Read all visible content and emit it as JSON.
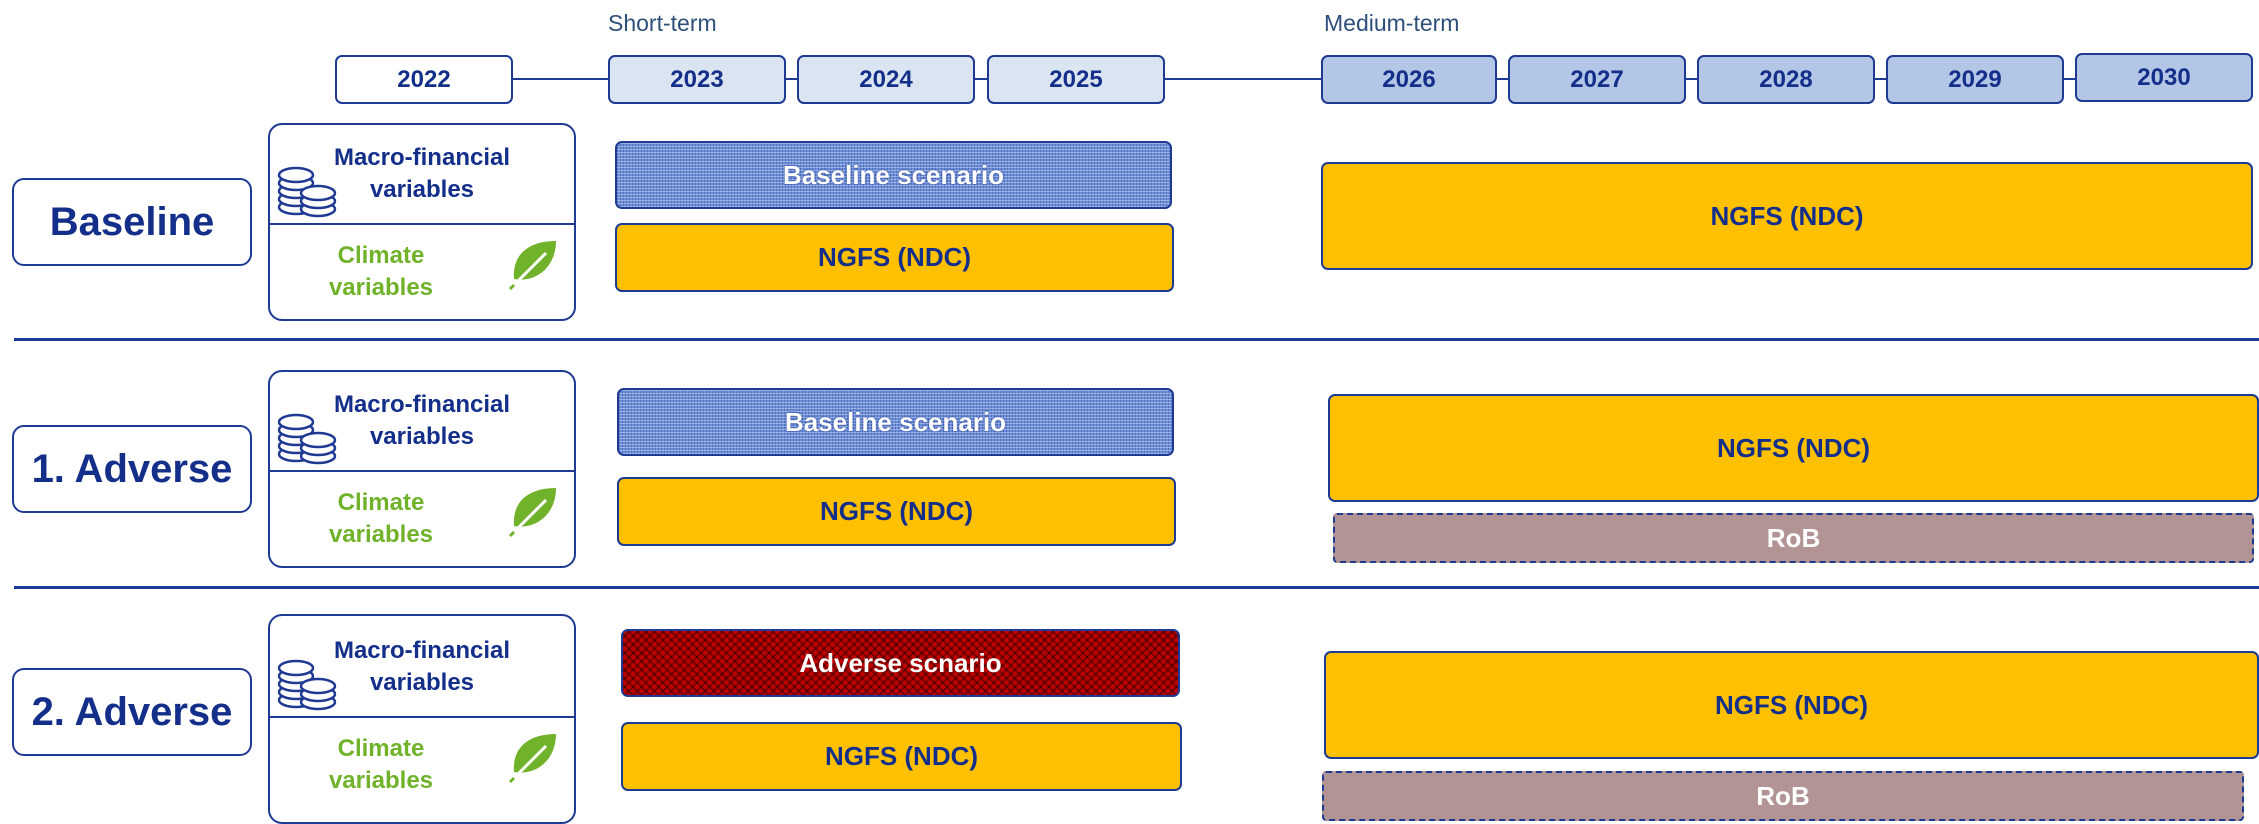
{
  "periods": {
    "short": "Short-term",
    "medium": "Medium-term"
  },
  "years": [
    "2022",
    "2023",
    "2024",
    "2025",
    "2026",
    "2027",
    "2028",
    "2029",
    "2030"
  ],
  "labels": {
    "macro": "Macro-financial variables",
    "climate": "Climate variables",
    "ngfs": "NGFS (NDC)",
    "baseline_scenario": "Baseline  scenario",
    "adverse_scenario": "Adverse  scnario",
    "rob": "RoB"
  },
  "scenarios": [
    {
      "name": "Baseline",
      "macro_short": "Baseline  scenario",
      "climate_short": "NGFS (NDC)",
      "medium": "NGFS (NDC)"
    },
    {
      "name": "1. Adverse",
      "macro_short": "Baseline  scenario",
      "climate_short": "NGFS (NDC)",
      "medium": "NGFS (NDC)",
      "medium_extra": "RoB"
    },
    {
      "name": "2. Adverse",
      "macro_short": "Adverse  scnario",
      "climate_short": "NGFS (NDC)",
      "medium": "NGFS (NDC)",
      "medium_extra": "RoB"
    }
  ],
  "colors": {
    "navy": "#1f3a93",
    "ngfs_yellow": "#ffc000",
    "climate_green": "#71b22b",
    "adverse_red": "#c00000",
    "rob_mauve": "#b29494",
    "short_year_fill": "#dbe5f1",
    "medium_year_fill": "#b3c6e6"
  },
  "icons": [
    "coins-icon",
    "leaf-icon"
  ]
}
